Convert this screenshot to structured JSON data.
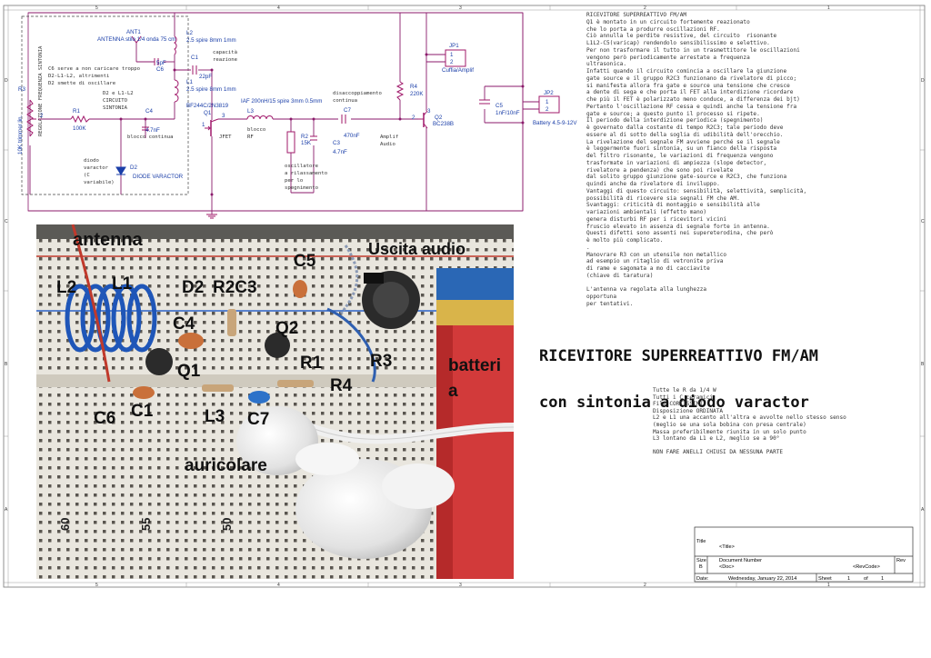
{
  "border": {
    "columns_top": [
      "5",
      "4",
      "3",
      "2",
      "1"
    ],
    "columns_bottom": [
      "5",
      "4",
      "3",
      "2",
      "1"
    ],
    "rows_left": [
      "D",
      "C",
      "B",
      "A"
    ],
    "rows_right": [
      "D",
      "C",
      "B",
      "A"
    ]
  },
  "schematic": {
    "dashed_box_label": "REGOLAZIONE FREQUENZA SINTONIA",
    "R3_label": "R3",
    "R3_value": "10K trimmer lin.",
    "R3_pin": "2",
    "C6_note": [
      "C6 serve a non caricare troppo",
      "D2-L1-L2, altrimenti",
      "D2 smette di oscillare"
    ],
    "circuit_note": [
      "D2 e L1-L2",
      "CIRCUITO",
      "SINTONIA"
    ],
    "diode_note": [
      "diodo",
      "varactor",
      "(C",
      "variabile)"
    ],
    "D2_label": "D2",
    "D2_desc": "DIODE VARACTOR",
    "R1_label": "R1",
    "R1_value": "100K",
    "ANT1_label": "ANT1",
    "ANT1_desc": "ANTENNA stilo 1/4 onda 75 cm",
    "C6_label": "C6",
    "C6_value": "5pF",
    "L2_label": "L2",
    "L2_desc": "2.5 spire 8mm 1mm",
    "C1_label": "C1",
    "C1_value": "22pF",
    "cap_reaction": [
      "capacità",
      "reazione"
    ],
    "L1_label": "L1",
    "L1_desc": "2.5 spire 8mm 1mm",
    "C4_label": "C4",
    "C4_value": "4.7nF",
    "C4_note": "blocco continua",
    "Q1_part": "BF244C/2N3819",
    "Q1_label": "Q1",
    "Q1_pin3": "3",
    "Q1_pin1": "1",
    "jfet": "JFET",
    "L3_desc": "IAF 200nH/15 spire 3mm 0.5mm",
    "L3_label": "L3",
    "L3_note": [
      "blocco",
      "RF"
    ],
    "R2_label": "R2",
    "R2_value": "15K",
    "C3_label": "C3",
    "C3_value": "4.7nF",
    "osc_note": [
      "oscillatore",
      "a rilassamento",
      "per lo",
      "spegnimento"
    ],
    "decoupling": [
      "disaccoppiamento",
      "continua"
    ],
    "C7_label": "C7",
    "C7_value": "470nF",
    "amp_note": [
      "Amplif",
      "Audio"
    ],
    "R4_label": "R4",
    "R4_value": "220K",
    "Q2_label": "Q2",
    "Q2_part": "BC238B",
    "Q2_pin3": "3",
    "Q2_pin2": "2",
    "JP1_label": "JP1",
    "JP1_pins": [
      "1",
      "2"
    ],
    "JP1_desc": "Cuffia/Amplif",
    "JP2_label": "JP2",
    "JP2_pins": [
      "1",
      "2"
    ],
    "JP2_desc": "Battery 4.5-9-12V",
    "C5_label": "C5",
    "C5_value": "1nF/10nF"
  },
  "notes_text": "RICEVITORE SUPERREATTIVO FM/AM\nQ1 è montato in un circuito fortemente reazionato\nche lo porta a produrre oscillazioni RF.\nCiò annulla le perdite resistive, del circuito  risonante\nL1L2-C5(varicap) rendendolo sensibilissimo e selettivo.\nPer non trasformare il tutto in un trasmettitore le oscillazioni\nvengono però periodicamente arrestate a frequenza\nultrasonica.\nInfatti quando il circuito comincia a oscillare la giunzione\ngate source e il gruppo R2C3 funzionano da rivelatore di picco;\nsi manifesta allora fra gate e source una tensione che cresce\na dente di sega e che porta il FET alla interdizione ricordare\nche più il FET è polarizzato meno conduce, a differenza dei bjt)\nPertanto l'oscillazione RF cessa e quindi anche la tensione fra\ngate e source; a questo punto il processo si ripete.\nIl periodo della interdizione periodica (spegnimento)\nè governato dalla costante di tempo R2C3; tale periodo deve\nessere al di sotto della soglia di udibilità dell'orecchio.\nLa rivelazione del segnale FM avviene perché se il segnale\nè leggermente fuori sintonia, su un fianco della risposta\ndel filtro risonante, le variazioni di frequenza vengono\ntrasformate in variazioni di ampiezza (slope detector,\nrivelatore a pendenza) che sono poi rivelate\ndal solito gruppo giunzione gate-source e R2C3, che funziona\nquindi anche da rivelatore di inviluppo.\nVantaggi di questo circuito: sensibilità, selettività, semplicità,\npossibilità di ricevere sia segnali FM che AM.\nSvantaggi: criticità di montaggio e sensibilità alle\nvariazioni ambientali (effetto mano)\ngenera disturbi RF per i ricevitori vicini\nfruscio elevato in assenza di segnale forte in antenna.\nQuesti difetti sono assenti nei supereterodina, che però\nè molto più complicato.\n.\nManovrare R3 con un utensile non metallico\nad esempio un ritaglio di vetronite priva\ndi rame e sagomata a mo di cacciavite\n(chiave di taratura)\n\nL'antenna va regolata alla lunghezza\nopportuna\nper tentativi.",
  "title_lines": [
    "RICEVITORE SUPERREATTIVO FM/AM",
    "con sintonia a diodo varactor"
  ],
  "notes2_text": "Tutte le R da 1/4 W\nTutti i C ceramici\nFili CORTISSIMI\nDisposizione ORDINATA\nL2 e L1 una accanto all'altra e avvolte nello stesso senso\n(meglio se una sola bobina con presa centrale)\nMassa preferibilmente riunita in un solo punto\nL3 lontano da L1 e L2, meglio se a 90°\n\nNON FARE ANELLI CHIUSI DA NESSUNA PARTE",
  "photo_labels": {
    "antenna": "antenna",
    "uscita": "Uscita audio",
    "L2": "L2",
    "L1": "L1",
    "D2": "D2",
    "R2C3": "R2C3",
    "C5": "C5",
    "C4": "C4",
    "Q2": "Q2",
    "Q1": "Q1",
    "R1": "R1",
    "R3": "R3",
    "R4": "R4",
    "batteria": [
      "batteri",
      "a"
    ],
    "C6": "C6",
    "C1": "C1",
    "L3": "L3",
    "C7": "C7",
    "auricolare": "auricolare",
    "row_60": "60",
    "row_55": "55",
    "row_50": "50"
  },
  "title_block": {
    "title_label": "Title",
    "title_value": "<Title>",
    "size_label": "Size",
    "size_value": "B",
    "doc_label": "Document Number",
    "doc_value": "<Doc>",
    "rev_label": "Rev",
    "rev_value": "<RevCode>",
    "date_label": "Date:",
    "date_value": "Wednesday, January 22, 2014",
    "sheet_label": "Sheet",
    "sheet_value": "1",
    "of_label": "of",
    "of_value": "1"
  },
  "colors": {
    "wire": "#8b1a6b",
    "component": "#a0186a",
    "text_blue": "#1a3ea8",
    "photo_label": "#111111"
  }
}
